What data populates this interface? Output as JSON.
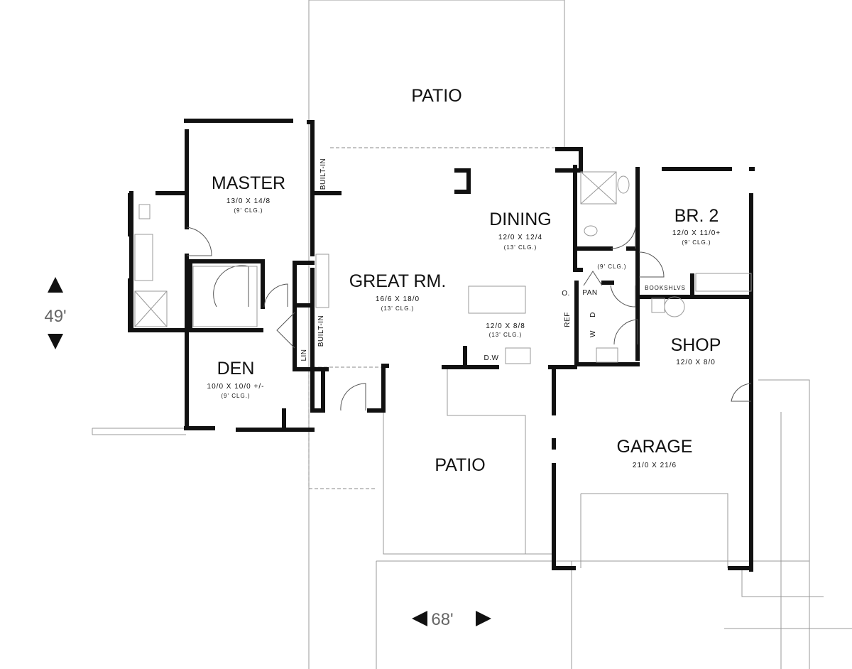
{
  "plan": {
    "rooms": {
      "patio_top": {
        "name": "PATIO"
      },
      "master": {
        "name": "MASTER",
        "size": "13/0 X 14/8",
        "ceiling": "(9' CLG.)"
      },
      "dining": {
        "name": "DINING",
        "size": "12/0 X 12/4",
        "ceiling": "(13' CLG.)"
      },
      "great_room": {
        "name": "GREAT RM.",
        "size": "16/6 X 18/0",
        "ceiling": "(13' CLG.)"
      },
      "kitchen": {
        "size": "12/0 X 8/8",
        "ceiling": "(13' CLG.)"
      },
      "br2": {
        "name": "BR. 2",
        "size": "12/0 X 11/0+",
        "ceiling": "(9' CLG.)"
      },
      "hall": {
        "ceiling": "(9' CLG.)"
      },
      "shop": {
        "name": "SHOP",
        "size": "12/0 X 8/0"
      },
      "den": {
        "name": "DEN",
        "size": "10/0 X 10/0 +/-",
        "ceiling": "(9' CLG.)"
      },
      "patio_bottom": {
        "name": "PATIO"
      },
      "garage": {
        "name": "GARAGE",
        "size": "21/0 X 21/6"
      }
    },
    "fixtures": {
      "built_in_top": "BUILT-IN",
      "built_in_side": "BUILT-IN",
      "lin": "LIN",
      "pan": "PAN",
      "bookshelves": "BOOKSHLVS",
      "oven": "O.",
      "ref": "REF",
      "washer": "W",
      "dryer": "D",
      "dishwasher": "D.W"
    },
    "dimensions": {
      "depth": "49'",
      "width": "68'"
    }
  }
}
